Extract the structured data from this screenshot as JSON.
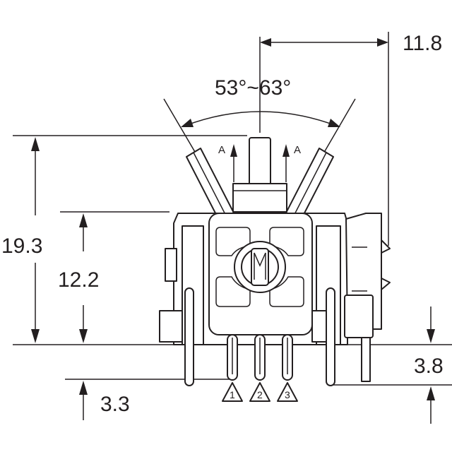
{
  "dimensions": {
    "width_offset": "11.8",
    "lever_angle": "53°~63°",
    "overall_height": "19.3",
    "body_height": "12.2",
    "pin_length": "3.8",
    "pin_offset": "3.3"
  },
  "markers": {
    "left_direction": "A",
    "right_direction": "A"
  },
  "pins": [
    "1",
    "2",
    "3"
  ]
}
